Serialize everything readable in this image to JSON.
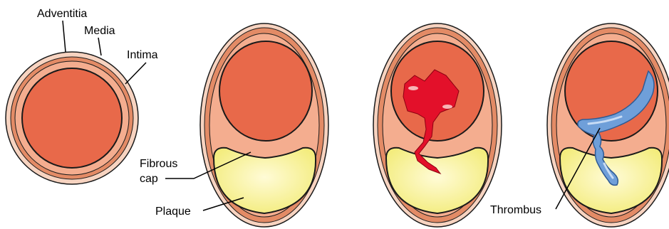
{
  "labels": {
    "adventitia": "Adventitia",
    "media": "Media",
    "intima": "Intima",
    "fibrous_line1": "Fibrous",
    "fibrous_line2": "cap",
    "plaque": "Plaque",
    "thrombus": "Thrombus"
  },
  "colors": {
    "adventitia": "#f7d3c0",
    "media": "#e38b66",
    "intima": "#f4ad8f",
    "lumen": "#e8694a",
    "outline": "#1a1a1a",
    "plaque": "#f5ef87",
    "plaque_highlight": "#fffbd6",
    "clot": "#e3102a",
    "thrombus": "#6f9fd9",
    "thrombus_highlight": "#c8dcf5"
  }
}
